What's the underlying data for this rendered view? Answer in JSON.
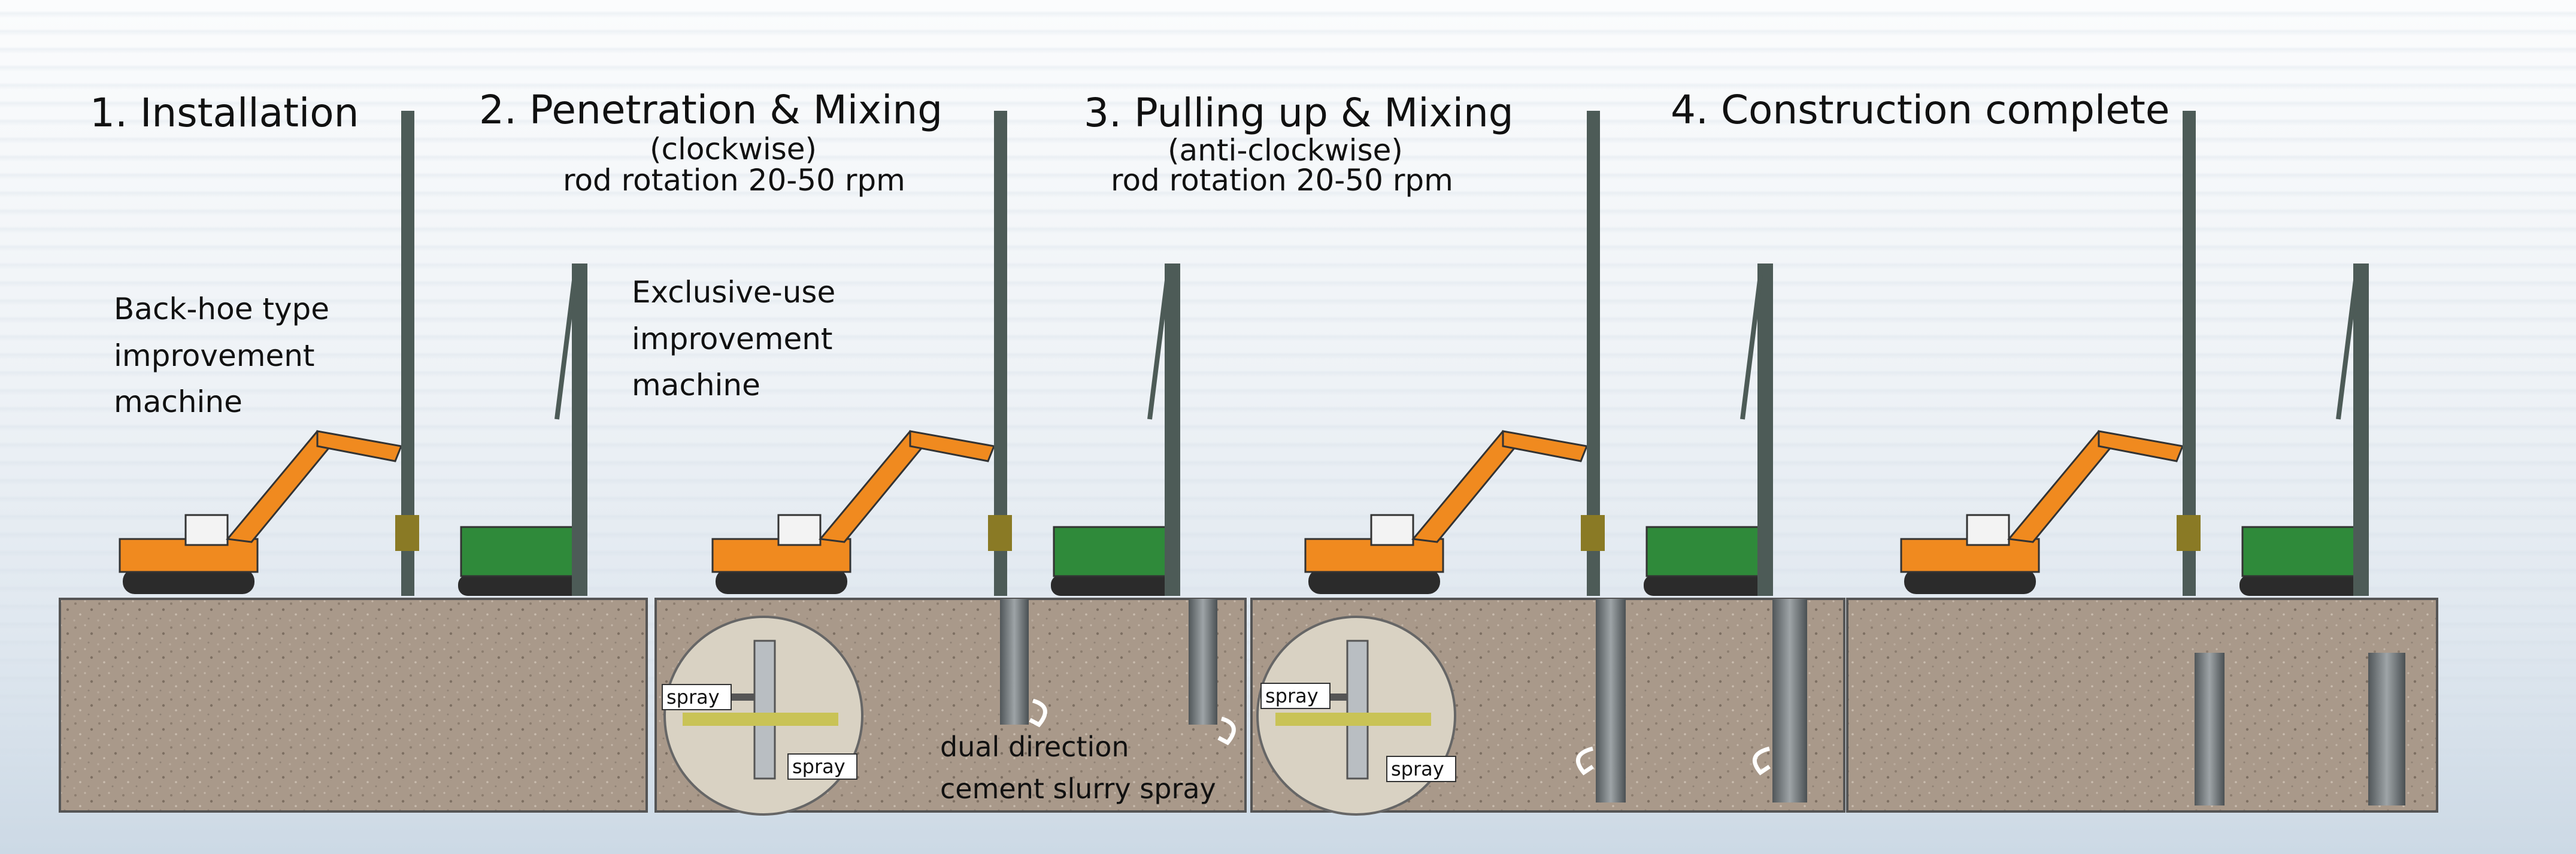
{
  "steps": [
    {
      "title": "1. Installation"
    },
    {
      "title": "2. Penetration & Mixing",
      "rotation": "(clockwise)",
      "speed": "rod rotation 20-50 rpm"
    },
    {
      "title": "3. Pulling up & Mixing",
      "rotation": "(anti-clockwise)",
      "speed": "rod rotation 20-50 rpm"
    },
    {
      "title": "4. Construction complete"
    }
  ],
  "labels": {
    "backhoe": "Back-hoe type improvement machine",
    "exclusive": "Exclusive-use improvement machine",
    "dual_line1": "dual direction",
    "dual_line2": "cement slurry spray",
    "spray": "spray"
  },
  "colors": {
    "soil": "#a9998a",
    "arm": "#f08a1f",
    "tracks": "#2b2b2b",
    "crawler": "#2f8a3a",
    "mast": "#4d5b57",
    "column": "#6e7478"
  }
}
